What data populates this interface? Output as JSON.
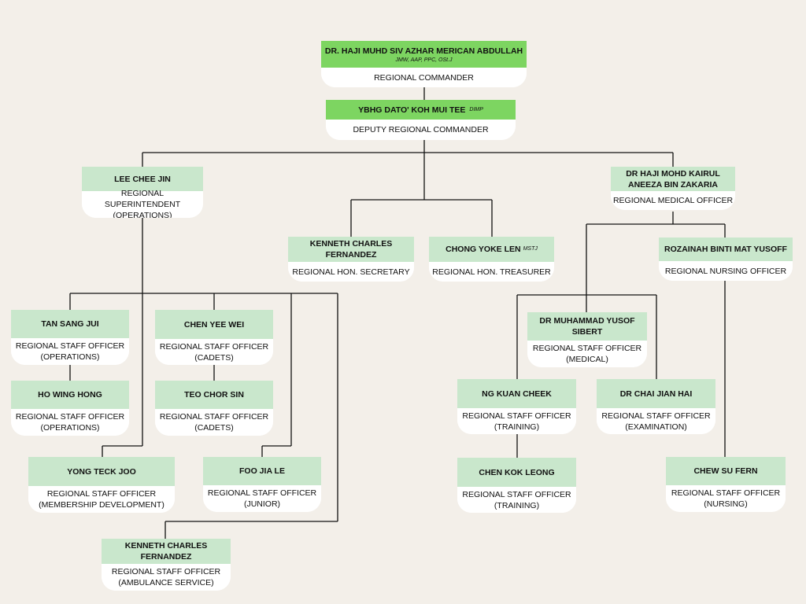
{
  "nodes": {
    "commander": {
      "name": "DR. HAJI MUHD SIV AZHAR MERICAN ABDULLAH",
      "sub": "JMW, AAP, PPC, OSt.J",
      "role": "REGIONAL COMMANDER"
    },
    "deputy": {
      "name": "YBHG DATO' KOH MUI TEE",
      "suffix": "DIMP",
      "role": "DEPUTY REGIONAL COMMANDER"
    },
    "lee": {
      "name": "LEE CHEE JIN",
      "role": "REGIONAL SUPERINTENDENT (OPERATIONS)"
    },
    "kairul": {
      "name": "DR HAJI MOHD KAIRUL ANEEZA BIN ZAKARIA",
      "role": "REGIONAL MEDICAL OFFICER"
    },
    "kenneth1": {
      "name": "KENNETH CHARLES FERNANDEZ",
      "role": "REGIONAL HON. SECRETARY"
    },
    "chong": {
      "name": "CHONG YOKE LEN",
      "suffix": "MSTJ",
      "role": "REGIONAL HON. TREASURER"
    },
    "rozainah": {
      "name": "ROZAINAH BINTI MAT YUSOFF",
      "role": "REGIONAL NURSING OFFICER"
    },
    "tan": {
      "name": "TAN SANG JUI",
      "role": "REGIONAL STAFF OFFICER (OPERATIONS)"
    },
    "chenyee": {
      "name": "CHEN YEE WEI",
      "role": "REGIONAL STAFF OFFICER (CADETS)"
    },
    "ho": {
      "name": "HO WING HONG",
      "role": "REGIONAL STAFF OFFICER (OPERATIONS)"
    },
    "teo": {
      "name": "TEO CHOR SIN",
      "role": "REGIONAL STAFF OFFICER (CADETS)"
    },
    "yong": {
      "name": "YONG TECK JOO",
      "role": "REGIONAL STAFF OFFICER (MEMBERSHIP DEVELOPMENT)"
    },
    "foo": {
      "name": "FOO JIA LE",
      "role": "REGIONAL STAFF OFFICER (JUNIOR)"
    },
    "kenneth2": {
      "name": "KENNETH CHARLES FERNANDEZ",
      "role": "REGIONAL STAFF OFFICER (AMBULANCE SERVICE)"
    },
    "yusof": {
      "name": "DR MUHAMMAD YUSOF SIBERT",
      "role": "REGIONAL STAFF OFFICER (MEDICAL)"
    },
    "ng": {
      "name": "NG KUAN CHEEK",
      "role": "REGIONAL STAFF OFFICER (TRAINING)"
    },
    "chai": {
      "name": "DR CHAI JIAN HAI",
      "role": "REGIONAL STAFF OFFICER (EXAMINATION)"
    },
    "chenkok": {
      "name": "CHEN KOK LEONG",
      "role": "REGIONAL STAFF OFFICER (TRAINING)"
    },
    "chew": {
      "name": "CHEW SU FERN",
      "role": "REGIONAL STAFF OFFICER (NURSING)"
    }
  },
  "colors": {
    "top_header": "#7dd561",
    "header": "#c9e7cc",
    "background": "#f3efe9",
    "line": "#111111"
  }
}
